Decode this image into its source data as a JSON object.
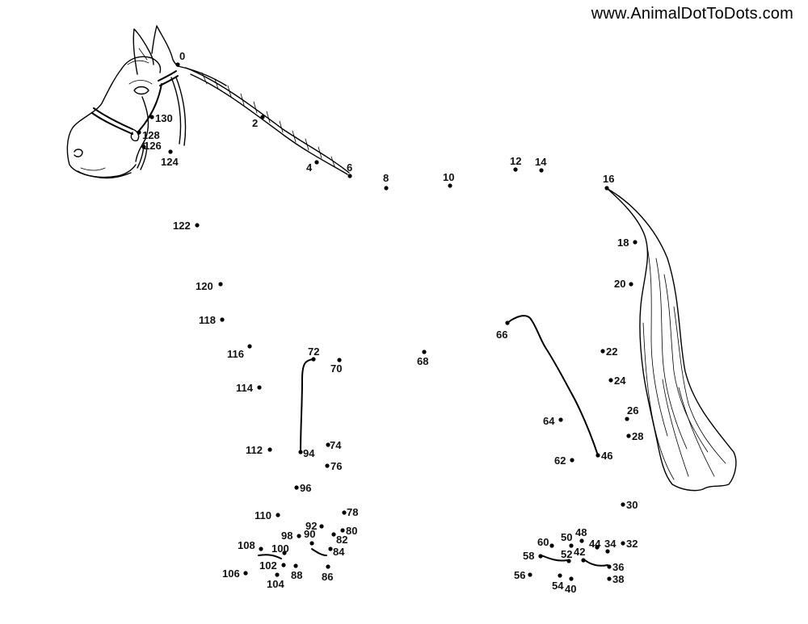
{
  "site": {
    "url": "www.AnimalDotToDots.com"
  },
  "puzzle": {
    "dots": [
      {
        "n": "0"
      },
      {
        "n": "2"
      },
      {
        "n": "4"
      },
      {
        "n": "6"
      },
      {
        "n": "8"
      },
      {
        "n": "10"
      },
      {
        "n": "12"
      },
      {
        "n": "14"
      },
      {
        "n": "16"
      },
      {
        "n": "18"
      },
      {
        "n": "20"
      },
      {
        "n": "22"
      },
      {
        "n": "24"
      },
      {
        "n": "26"
      },
      {
        "n": "28"
      },
      {
        "n": "30"
      },
      {
        "n": "32"
      },
      {
        "n": "34"
      },
      {
        "n": "36"
      },
      {
        "n": "38"
      },
      {
        "n": "40"
      },
      {
        "n": "42"
      },
      {
        "n": "44"
      },
      {
        "n": "46"
      },
      {
        "n": "48"
      },
      {
        "n": "50"
      },
      {
        "n": "52"
      },
      {
        "n": "54"
      },
      {
        "n": "56"
      },
      {
        "n": "58"
      },
      {
        "n": "60"
      },
      {
        "n": "62"
      },
      {
        "n": "64"
      },
      {
        "n": "66"
      },
      {
        "n": "68"
      },
      {
        "n": "70"
      },
      {
        "n": "72"
      },
      {
        "n": "74"
      },
      {
        "n": "76"
      },
      {
        "n": "78"
      },
      {
        "n": "80"
      },
      {
        "n": "82"
      },
      {
        "n": "84"
      },
      {
        "n": "86"
      },
      {
        "n": "88"
      },
      {
        "n": "90"
      },
      {
        "n": "92"
      },
      {
        "n": "94"
      },
      {
        "n": "96"
      },
      {
        "n": "98"
      },
      {
        "n": "100"
      },
      {
        "n": "102"
      },
      {
        "n": "104"
      },
      {
        "n": "106"
      },
      {
        "n": "108"
      },
      {
        "n": "110"
      },
      {
        "n": "112"
      },
      {
        "n": "114"
      },
      {
        "n": "116"
      },
      {
        "n": "118"
      },
      {
        "n": "120"
      },
      {
        "n": "122"
      },
      {
        "n": "124"
      },
      {
        "n": "126"
      },
      {
        "n": "128"
      },
      {
        "n": "130"
      }
    ]
  }
}
